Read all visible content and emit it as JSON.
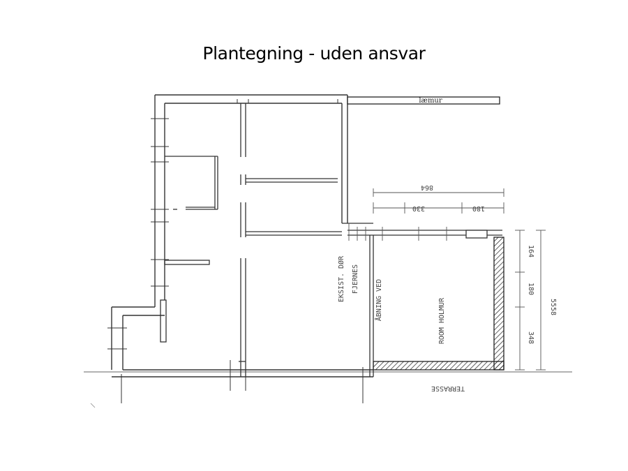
{
  "title": "Plantegning - uden ansvar",
  "plan": {
    "wall_label": "læmur",
    "annotations": {
      "top_dim": "864",
      "dim_a": "330",
      "dim_b": "180",
      "side_dim": "164",
      "side_dim_2": "180",
      "side_dim_3": "348",
      "total_dim": "5558",
      "entry_note": "EKSIST. DØR",
      "entry_note_2": "FJERNES",
      "new_wall": "ÅBNING VED",
      "room_label": "ROOM HOLMUR",
      "bottom_note": "TERRASSE"
    }
  }
}
